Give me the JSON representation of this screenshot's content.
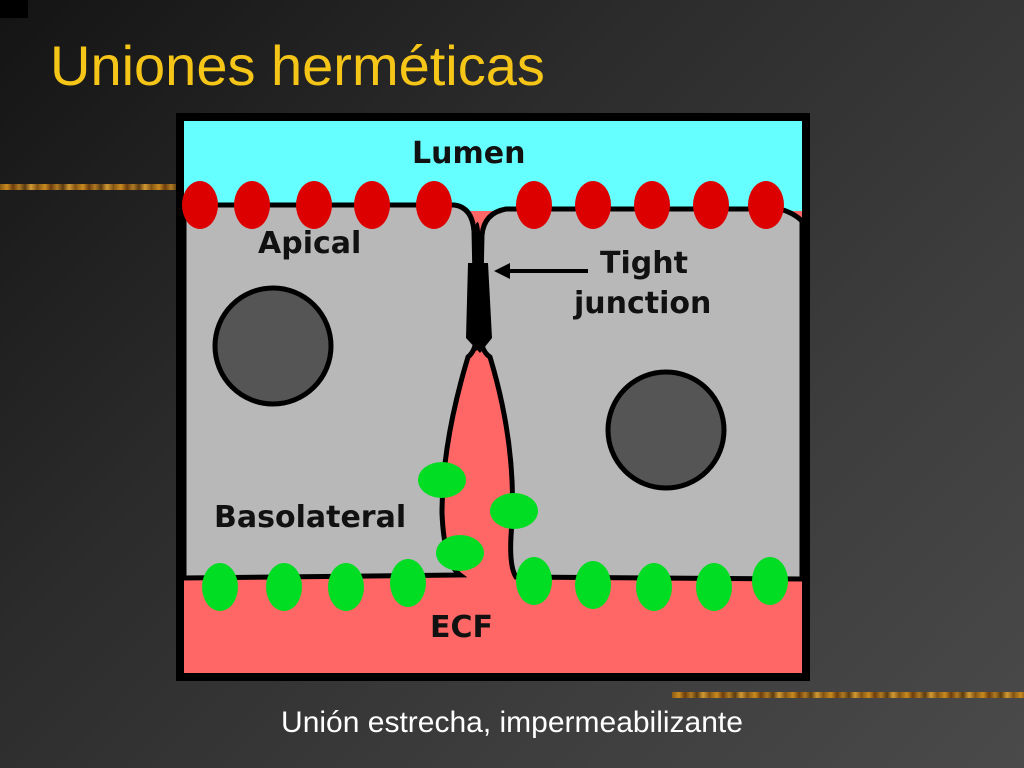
{
  "slide": {
    "title": "Uniones herméticas",
    "caption": "Unión estrecha, impermeabilizante"
  },
  "diagram": {
    "labels": {
      "lumen": "Lumen",
      "apical": "Apical",
      "tight_line1": "Tight",
      "tight_line2": "junction",
      "basolateral": "Basolateral",
      "ecf": "ECF"
    }
  },
  "colors": {
    "title": "#f5c518",
    "lumen": "#66ffff",
    "cell": "#b8b8b8",
    "nucleus": "#555555",
    "ecf": "#ff6666",
    "apical_protein": "#dd0000",
    "basolateral_protein": "#00dd22"
  },
  "icons": {
    "arrow": "left-arrow-icon"
  }
}
